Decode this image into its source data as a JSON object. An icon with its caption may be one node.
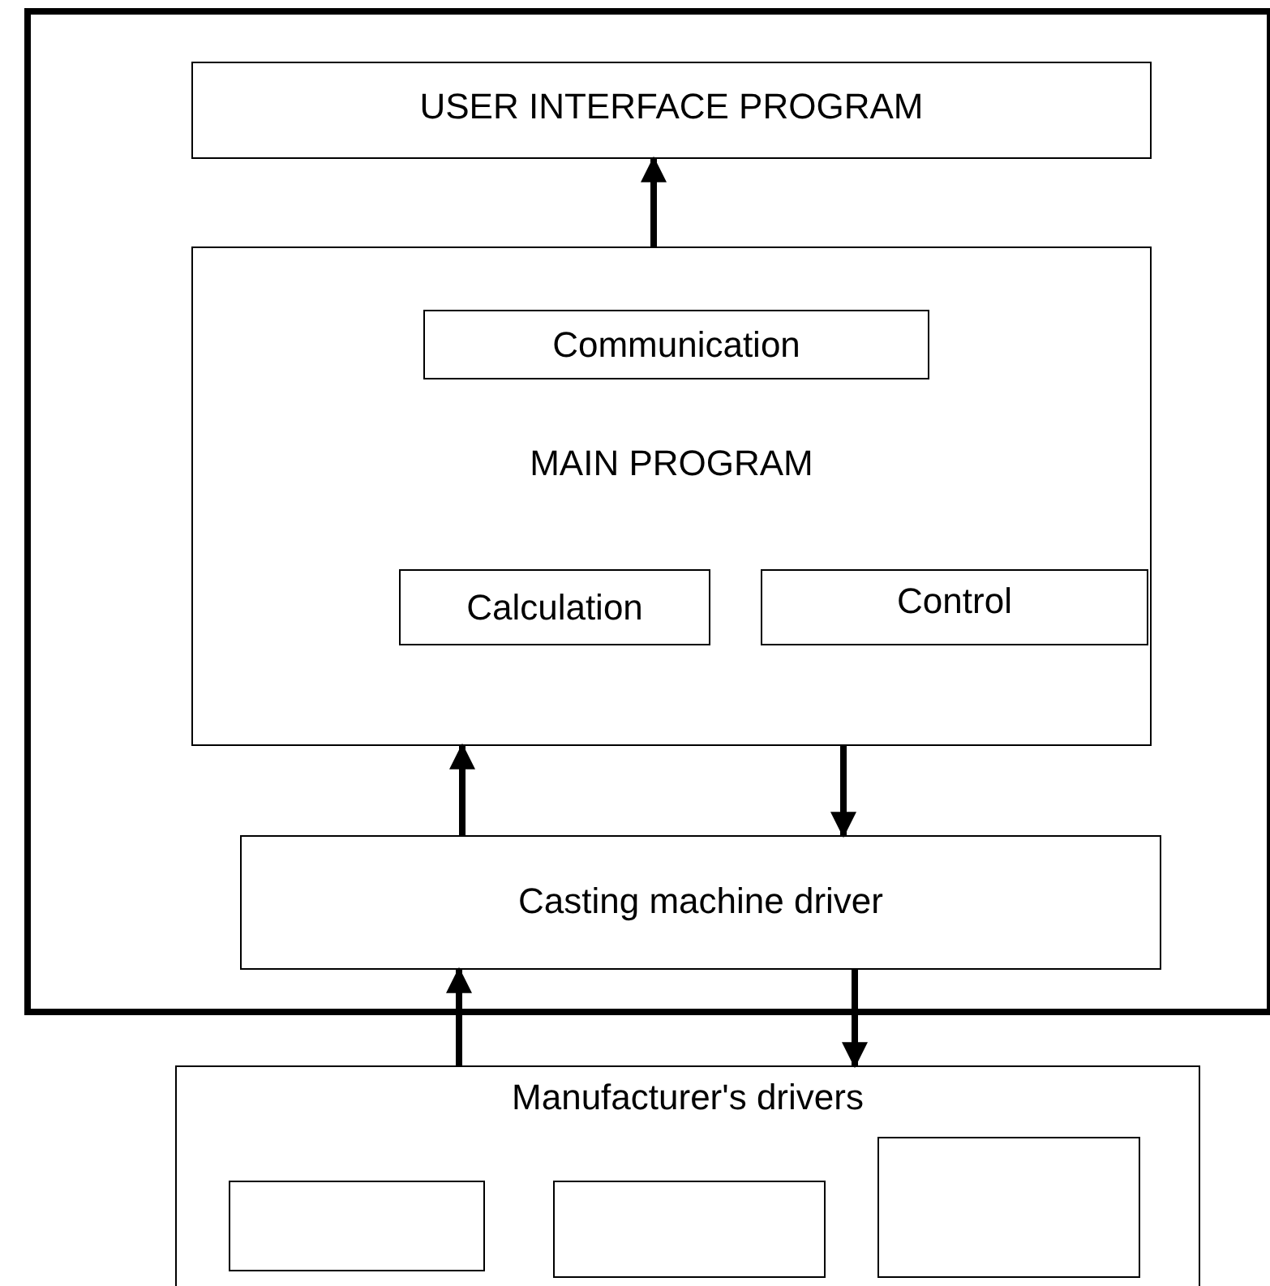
{
  "diagram": {
    "nodes": [
      {
        "text": [],
        "shape": "box"
      },
      {
        "text": [
          "USER INTERFACE PROGRAM"
        ],
        "in": 0
      },
      {
        "text": [
          "MAIN PROGRAM"
        ],
        "in": 0
      },
      {
        "text": [
          "Communication"
        ],
        "in": 2
      },
      {
        "text": [
          "Calculation"
        ],
        "in": 2
      },
      {
        "text": [
          "Control"
        ],
        "in": 2
      },
      {
        "text": [
          "Casting machine driver"
        ],
        "in": 0
      },
      {
        "text": [
          "Manufacturer's drivers"
        ]
      },
      {
        "text": [],
        "shape": "box",
        "in": 7
      },
      {
        "text": [],
        "shape": "box",
        "in": 7
      },
      {
        "text": [],
        "shape": "box",
        "in": 7
      }
    ],
    "edges": [
      {
        "from": 2,
        "to": 1,
        "arrow": "to"
      },
      {
        "from": 6,
        "to": 2,
        "arrow": "to"
      },
      {
        "from": 2,
        "to": 6,
        "arrow": "to"
      },
      {
        "from": 7,
        "to": 6,
        "arrow": "to"
      },
      {
        "from": 6,
        "to": 7,
        "arrow": "to"
      }
    ]
  }
}
